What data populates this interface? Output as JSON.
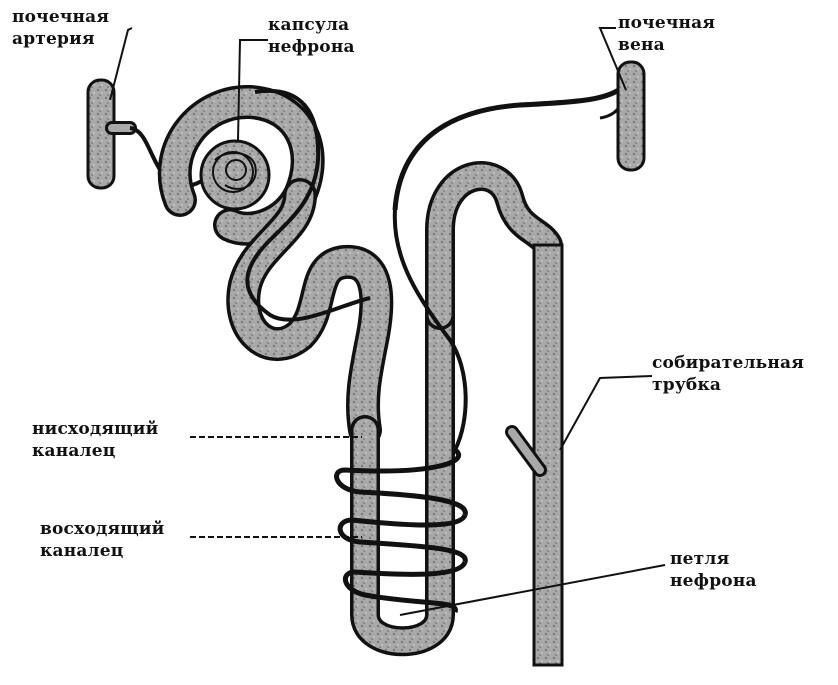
{
  "labels": {
    "renal_artery": {
      "line1": "почечная",
      "line2": "артерия"
    },
    "nephron_capsule": {
      "line1": "капсула",
      "line2": "нефрона"
    },
    "renal_vein": {
      "line1": "почечная",
      "line2": "вена"
    },
    "collecting_duct": {
      "line1": "собирательная",
      "line2": "трубка"
    },
    "descending_tubule": {
      "line1": "нисходящий",
      "line2": "каналец"
    },
    "ascending_tubule": {
      "line1": "восходящий",
      "line2": "каналец"
    },
    "nephron_loop": {
      "line1": "петля",
      "line2": "нефрона"
    }
  },
  "colors": {
    "tubule_fill": "#a9a9a9",
    "outline": "#111111",
    "background": "#ffffff"
  }
}
